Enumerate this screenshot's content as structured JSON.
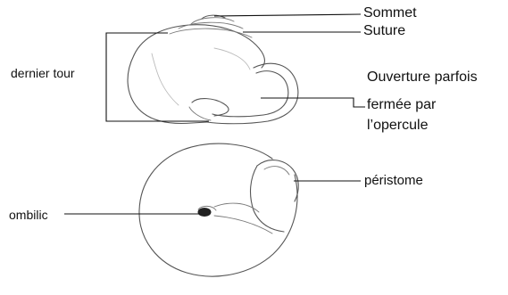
{
  "labels": {
    "sommet": "Sommet",
    "suture": "Suture",
    "dernier_tour": "dernier tour",
    "ouverture_line1": "Ouverture parfois",
    "ouverture_line2": "fermée par",
    "ouverture_line3": "l’opercule",
    "peristome": "péristome",
    "ombilic": "ombilic"
  }
}
